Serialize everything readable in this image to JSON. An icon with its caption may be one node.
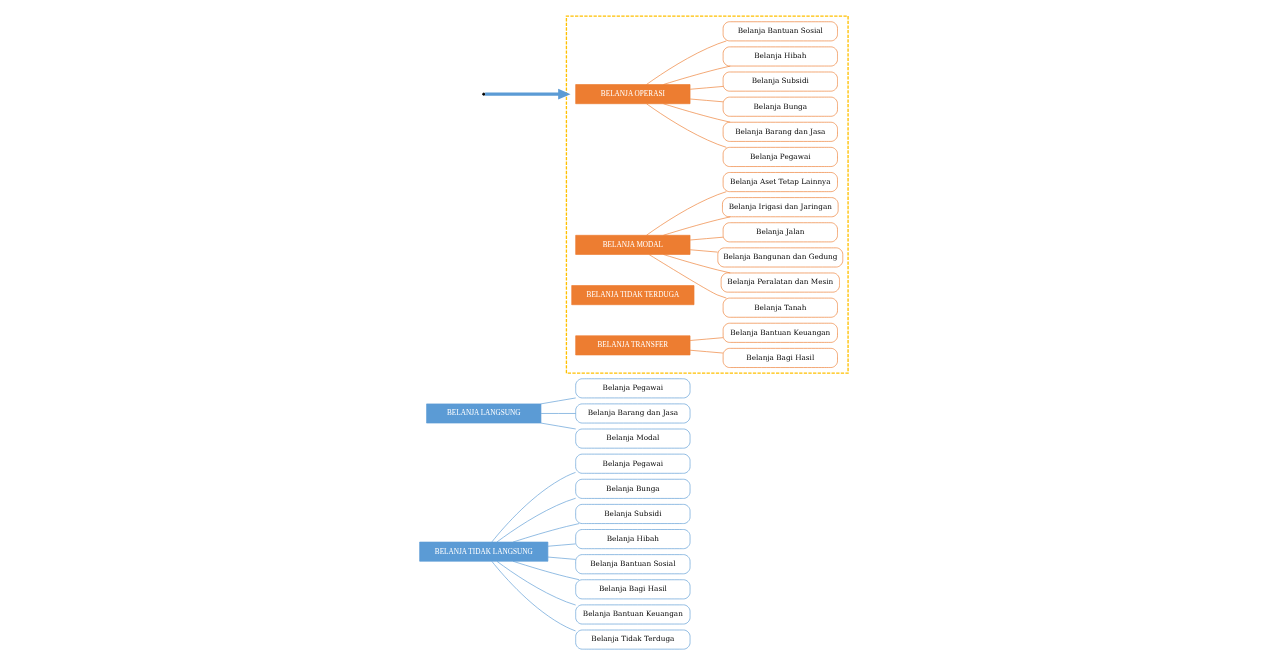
{
  "diagram": {
    "nodes": [
      {
        "text": [
          "BELANJA TIDAK LANGSUNG"
        ]
      },
      {
        "text": [
          "Belanja Pegawai"
        ]
      },
      {
        "text": [
          "Belanja Bunga"
        ]
      },
      {
        "text": [
          "Belanja Subsidi"
        ]
      },
      {
        "text": [
          "Belanja Hibah"
        ]
      },
      {
        "text": [
          "Belanja Bantuan Sosial"
        ]
      },
      {
        "text": [
          "Belanja Bagi Hasil"
        ]
      },
      {
        "text": [
          "Belanja Bantuan Keuangan"
        ]
      },
      {
        "text": [
          "Belanja Tidak Terduga"
        ]
      },
      {
        "text": [
          "BELANJA LANGSUNG"
        ]
      },
      {
        "text": [
          "Belanja Pegawai"
        ]
      },
      {
        "text": [
          "Belanja Barang dan Jasa"
        ]
      },
      {
        "text": [
          "Belanja Modal"
        ]
      },
      {
        "text": [],
        "shape": "box"
      },
      {
        "text": [
          "BELANJA OPERASI"
        ],
        "in": 13
      },
      {
        "text": [
          "Belanja Pegawai"
        ],
        "in": 13
      },
      {
        "text": [
          "Belanja Barang dan Jasa"
        ],
        "in": 13
      },
      {
        "text": [
          "Belanja Bunga"
        ],
        "in": 13
      },
      {
        "text": [
          "Belanja Subsidi"
        ],
        "in": 13
      },
      {
        "text": [
          "Belanja Hibah"
        ],
        "in": 13
      },
      {
        "text": [
          "Belanja Bantuan Sosial"
        ],
        "in": 13
      },
      {
        "text": [
          "BELANJA MODAL"
        ],
        "in": 13
      },
      {
        "text": [
          "Belanja Tanah"
        ],
        "in": 13
      },
      {
        "text": [
          "Belanja Peralatan dan Mesin"
        ],
        "in": 13
      },
      {
        "text": [
          "Belanja Bangunan dan Gedung"
        ],
        "in": 13
      },
      {
        "text": [
          "Belanja Jalan"
        ],
        "in": 13
      },
      {
        "text": [
          "Belanja Irigasi dan Jaringan"
        ],
        "in": 13
      },
      {
        "text": [
          "Belanja Aset Tetap Lainnya"
        ],
        "in": 13
      },
      {
        "text": [
          "BELANJA TIDAK TERDUGA"
        ],
        "in": 13
      },
      {
        "text": [
          "BELANJA TRANSFER"
        ],
        "in": 13
      },
      {
        "text": [
          "Belanja Bagi Hasil"
        ],
        "in": 13
      },
      {
        "text": [
          "Belanja Bantuan Keuangan"
        ],
        "in": 13
      }
    ],
    "edges": [
      {
        "from": 0,
        "to": 1,
        "arrow": "none",
        "color": "#5b9bd5"
      },
      {
        "from": 0,
        "to": 2,
        "arrow": "none",
        "color": "#5b9bd5"
      },
      {
        "from": 0,
        "to": 3,
        "arrow": "none",
        "color": "#5b9bd5"
      },
      {
        "from": 0,
        "to": 4,
        "arrow": "none",
        "color": "#5b9bd5"
      },
      {
        "from": 0,
        "to": 5,
        "arrow": "none",
        "color": "#5b9bd5"
      },
      {
        "from": 0,
        "to": 6,
        "arrow": "none",
        "color": "#5b9bd5"
      },
      {
        "from": 0,
        "to": 7,
        "arrow": "none",
        "color": "#5b9bd5"
      },
      {
        "from": 0,
        "to": 8,
        "arrow": "none",
        "color": "#5b9bd5"
      },
      {
        "from": 9,
        "to": 10,
        "arrow": "none",
        "color": "#5b9bd5"
      },
      {
        "from": 9,
        "to": 11,
        "arrow": "none",
        "color": "#5b9bd5"
      },
      {
        "from": 9,
        "to": 12,
        "arrow": "none",
        "color": "#5b9bd5"
      },
      {
        "from": null,
        "to": 13,
        "arrow": "to",
        "style": "thick",
        "color": "#5b9bd5"
      },
      {
        "from": 14,
        "to": 15,
        "arrow": "none"
      },
      {
        "from": 14,
        "to": 16,
        "arrow": "none"
      },
      {
        "from": 14,
        "to": 17,
        "arrow": "none"
      },
      {
        "from": 14,
        "to": 18,
        "arrow": "none"
      },
      {
        "from": 14,
        "to": 19,
        "arrow": "none"
      },
      {
        "from": 14,
        "to": 20,
        "arrow": "none"
      },
      {
        "from": 21,
        "to": 22,
        "arrow": "none"
      },
      {
        "from": 21,
        "to": 23,
        "arrow": "none"
      },
      {
        "from": 21,
        "to": 24,
        "arrow": "none"
      },
      {
        "from": 21,
        "to": 25,
        "arrow": "none"
      },
      {
        "from": 21,
        "to": 26,
        "arrow": "none"
      },
      {
        "from": 21,
        "to": 27,
        "arrow": "none"
      },
      {
        "from": 29,
        "to": 30,
        "arrow": "none"
      },
      {
        "from": 29,
        "to": 31,
        "arrow": "none"
      }
    ]
  }
}
